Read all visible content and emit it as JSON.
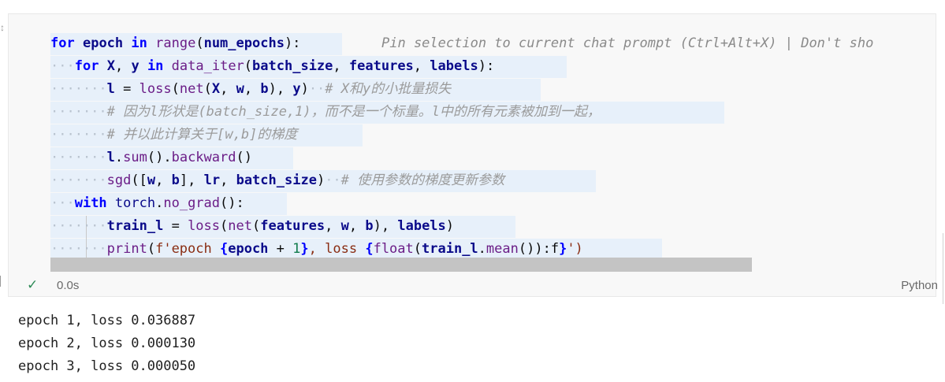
{
  "cell": {
    "ghost_hint": "Pin selection to current chat prompt (Ctrl+Alt+X) | Don't sho",
    "status": {
      "check_icon": "check-icon",
      "elapsed": "0.0s",
      "language": "Python"
    },
    "colors": {
      "background": "#f8f8f8",
      "line_highlight": "#e7f0fa",
      "keyword": "#0000ff",
      "function": "#6b1d87",
      "number": "#0f7a4b",
      "string": "#8a2d13",
      "comment": "#9b9b9b",
      "check": "#2e8b57"
    }
  },
  "code": {
    "l1": {
      "t1": "for",
      "t2": "epoch",
      "t3": "in",
      "t4": "range",
      "t5": "(",
      "t6": "num_epochs",
      "t7": "):"
    },
    "l2": {
      "t1": "for",
      "t2": "X",
      "t3": ",",
      "t4": "y",
      "t5": "in",
      "t6": "data_iter",
      "t7": "(",
      "t8": "batch_size",
      "t9": ",",
      "t10": "features",
      "t11": ",",
      "t12": "labels",
      "t13": "):"
    },
    "l3": {
      "t1": "l",
      "t2": "=",
      "t3": "loss",
      "t4": "(",
      "t5": "net",
      "t6": "(",
      "t7": "X",
      "t8": ",",
      "t9": "w",
      "t10": ",",
      "t11": "b",
      "t12": "),",
      "t13": "y",
      "t14": ")",
      "t15": "# X和y的小批量损失"
    },
    "l4": {
      "t1": "# 因为l形状是(batch_size,1)，而不是一个标量。l中的所有元素被加到一起，"
    },
    "l5": {
      "t1": "# 并以此计算关于[w,b]的梯度"
    },
    "l6": {
      "t1": "l",
      "t2": ".",
      "t3": "sum",
      "t4": "().",
      "t5": "backward",
      "t6": "()"
    },
    "l7": {
      "t1": "sgd",
      "t2": "([",
      "t3": "w",
      "t4": ",",
      "t5": "b",
      "t6": "],",
      "t7": "lr",
      "t8": ",",
      "t9": "batch_size",
      "t10": ")",
      "t11": "# 使用参数的梯度更新参数"
    },
    "l8": {
      "t1": "with",
      "t2": "torch",
      "t3": ".",
      "t4": "no_grad",
      "t5": "():"
    },
    "l9": {
      "t1": "train_l",
      "t2": "=",
      "t3": "loss",
      "t4": "(",
      "t5": "net",
      "t6": "(",
      "t7": "features",
      "t8": ",",
      "t9": "w",
      "t10": ",",
      "t11": "b",
      "t12": "),",
      "t13": "labels",
      "t14": ")"
    },
    "l10": {
      "t1": "print",
      "t2": "(",
      "t3": "f'epoch ",
      "t4": "{",
      "t5": "epoch",
      "t6": "+",
      "t7": "1",
      "t8": "}",
      "t9": ", loss ",
      "t10": "{",
      "t11": "float",
      "t12": "(",
      "t13": "train_l",
      "t14": ".",
      "t15": "mean",
      "t16": "()):f",
      "t17": "}",
      "t18": "')"
    }
  },
  "output": {
    "lines": [
      "epoch 1, loss 0.036887",
      "epoch 2, loss 0.000130",
      "epoch 3, loss 0.000050"
    ]
  }
}
